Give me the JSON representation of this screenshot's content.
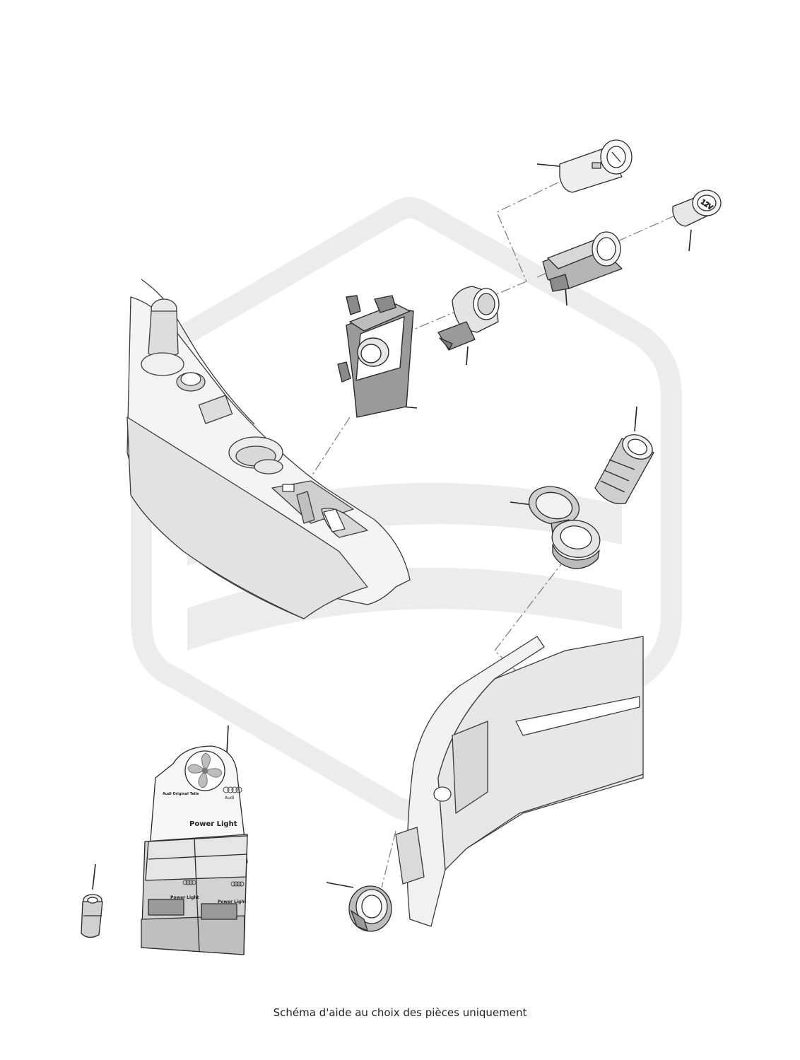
{
  "caption": "Schéma d'aide au choix des pièces uniquement",
  "package": {
    "brand_line": "Audi Original Teile",
    "logo_word": "Audi",
    "product_title": "Power Light",
    "inner_product_left": "Power Light",
    "inner_product_right": "Power Light"
  },
  "socket_label": "12V",
  "colors": {
    "watermark": "#ececec",
    "line": "#3a3a3a",
    "fill_light": "#f4f4f4",
    "fill_mid": "#d9d9d9",
    "fill_dark": "#9a9a9a"
  },
  "icons": {
    "fan": "fan-icon",
    "rings": "audi-rings-icon"
  }
}
